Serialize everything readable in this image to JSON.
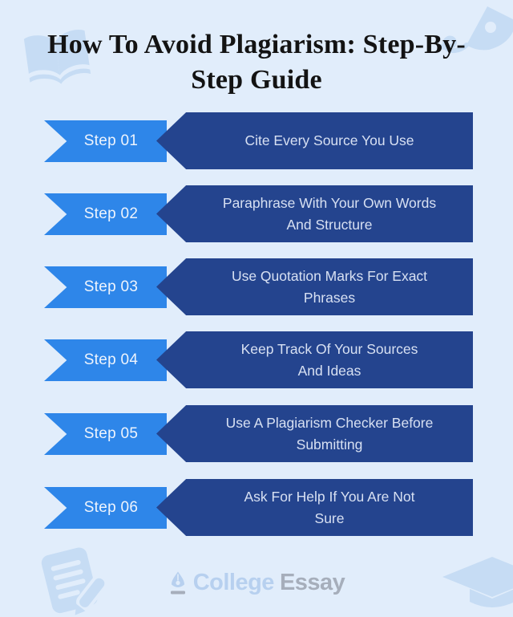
{
  "header": {
    "title": "How To Avoid Plagiarism: Step-By-\nStep Guide"
  },
  "steps": [
    {
      "label": "Step 01",
      "text": "Cite Every Source You Use"
    },
    {
      "label": "Step 02",
      "text": "Paraphrase With Your Own Words\nAnd Structure"
    },
    {
      "label": "Step 03",
      "text": "Use Quotation Marks For Exact\nPhrases"
    },
    {
      "label": "Step 04",
      "text": "Keep Track Of Your Sources\nAnd Ideas"
    },
    {
      "label": "Step 05",
      "text": "Use A Plagiarism Checker Before\nSubmitting"
    },
    {
      "label": "Step 06",
      "text": "Ask For Help If You Are Not\nSure"
    }
  ],
  "footer": {
    "logo_college": "College",
    "logo_essay": "Essay"
  },
  "icons": {
    "top_left": "open-book-icon",
    "top_right": "pen-nib-swirl-icon",
    "bottom_left": "notepad-pencil-icon",
    "bottom_right": "graduation-cap-icon",
    "logo": "pen-nib-icon"
  },
  "colors": {
    "background": "#e1edfb",
    "ribbon_blue": "#2e86e9",
    "banner_navy": "#24448e",
    "banner_text": "#d7e0f2",
    "ribbon_text": "#eef4fd",
    "title_text": "#131313",
    "decor_blue": "#c6dcf4",
    "logo_blue": "#b7d0ef",
    "logo_gray": "#a6aebb"
  }
}
